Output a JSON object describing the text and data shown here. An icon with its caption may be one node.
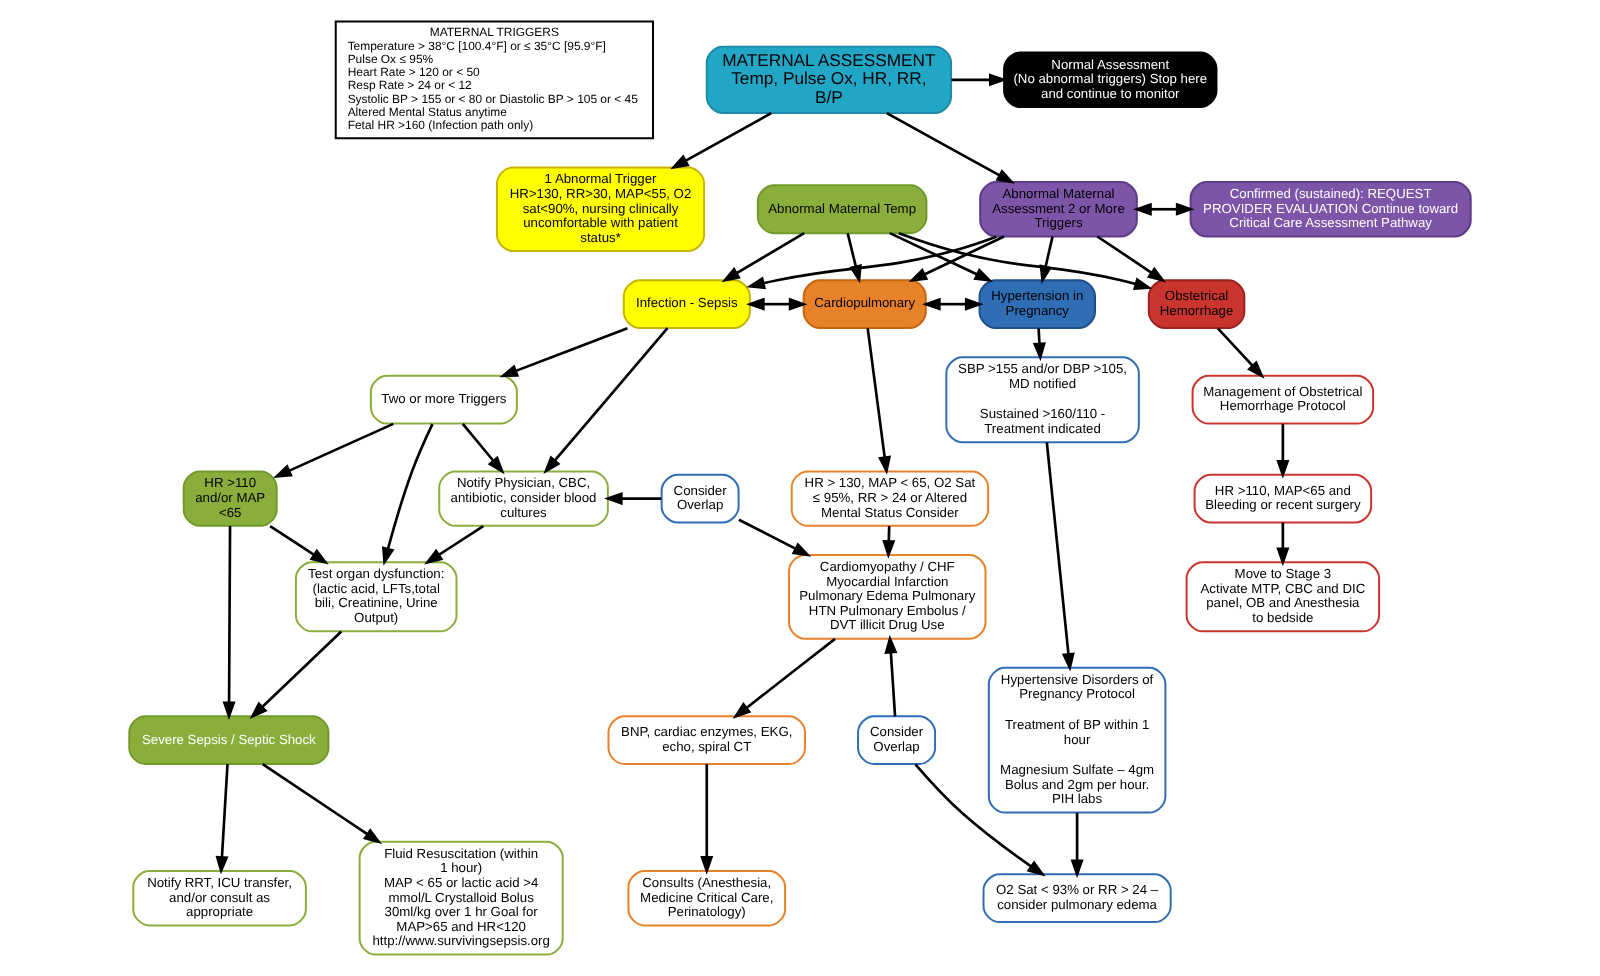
{
  "diagram": {
    "nodes": [
      {
        "text": [
          "MATERNAL TRIGGERS",
          "Temperature > 38°C [100.4°F] or ≤ 35°C [95.9°F]",
          "Pulse Ox ≤ 95%",
          "Heart Rate > 120 or < 50",
          "Resp Rate > 24 or < 12",
          "Systolic BP > 155 or < 80 or Diastolic BP > 105 or < 45",
          "Altered Mental Status anytime",
          "Fetal HR >160 (Infection path only)"
        ]
      },
      {
        "text": [
          "MATERNAL ASSESSMENT",
          "Temp, Pulse Ox, HR, RR, B/P"
        ]
      },
      {
        "text": [
          "Normal Assessment",
          "(No abnormal triggers) Stop here and continue to monitor"
        ]
      },
      {
        "text": [
          "1 Abnormal Trigger",
          "HR>130, RR>30, MAP<55, O2 sat<90%, nursing clinically uncomfortable with patient status*"
        ]
      },
      {
        "text": [
          "Abnormal Maternal Temp"
        ]
      },
      {
        "text": [
          "Abnormal Maternal Assessment 2 or More Triggers"
        ]
      },
      {
        "text": [
          "Confirmed (sustained): REQUEST PROVIDER EVALUATION Continue toward Critical Care Assessment Pathway"
        ]
      },
      {
        "text": [
          "Infection - Sepsis"
        ]
      },
      {
        "text": [
          "Cardiopulmonary"
        ]
      },
      {
        "text": [
          "Hypertension in Pregnancy"
        ]
      },
      {
        "text": [
          "Obstetrical Hemorrhage"
        ]
      },
      {
        "text": [
          "Two or more Triggers"
        ]
      },
      {
        "text": [
          "Notify Physician, CBC, antibiotic, consider blood cultures"
        ]
      },
      {
        "text": [
          "HR >110 and/or MAP <65"
        ]
      },
      {
        "text": [
          "Test organ dysfunction: (lactic acid, LFTs,total bili, Creatinine, Urine Output)"
        ]
      },
      {
        "text": [
          "Severe Sepsis / Septic Shock"
        ]
      },
      {
        "text": [
          "Notify RRT, ICU transfer, and/or consult as appropriate"
        ]
      },
      {
        "text": [
          "Fluid Resuscitation (within 1 hour)",
          "MAP < 65 or lactic acid >4 mmol/L Crystalloid Bolus 30ml/kg over 1 hr Goal for MAP>65 and HR<120",
          "http://www.survivingsepsis.org"
        ]
      },
      {
        "text": [
          "Consider Overlap"
        ]
      },
      {
        "text": [
          "HR > 130, MAP < 65, O2 Sat ≤ 95%, RR > 24 or Altered Mental Status Consider"
        ]
      },
      {
        "text": [
          "Cardiomyopathy / CHF Myocardial Infarction Pulmonary Edema Pulmonary HTN Pulmonary Embolus / DVT illicit Drug Use"
        ]
      },
      {
        "text": [
          "BNP, cardiac enzymes, EKG, echo, spiral CT"
        ]
      },
      {
        "text": [
          "Consults (Anesthesia, Medicine Critical Care, Perinatology)"
        ]
      },
      {
        "text": [
          "Consider Overlap"
        ]
      },
      {
        "text": [
          "SBP >155 and/or DBP >105, MD notified",
          "Sustained >160/110 - Treatment indicated"
        ]
      },
      {
        "text": [
          "Hypertensive Disorders of Pregnancy Protocol",
          "Treatment of BP within 1 hour",
          "Magnesium Sulfate – 4gm Bolus and 2gm per hour. PIH labs"
        ]
      },
      {
        "text": [
          "O2 Sat < 93% or RR > 24 – consider pulmonary edema"
        ]
      },
      {
        "text": [
          "Management of Obstetrical Hemorrhage Protocol"
        ]
      },
      {
        "text": [
          "HR >110, MAP<65 and Bleeding or recent surgery"
        ]
      },
      {
        "text": [
          "Move to Stage 3",
          "Activate MTP, CBC and DIC panel, OB and Anesthesia to bedside"
        ]
      }
    ],
    "edges": [
      {
        "from": 1,
        "to": 2,
        "arrow": "to"
      },
      {
        "from": 1,
        "to": 3,
        "arrow": "to"
      },
      {
        "from": 1,
        "to": 5,
        "arrow": "to"
      },
      {
        "from": 5,
        "to": 6,
        "arrow": "both"
      },
      {
        "from": 4,
        "to": 7,
        "arrow": "to"
      },
      {
        "from": 4,
        "to": 8,
        "arrow": "to"
      },
      {
        "from": 4,
        "to": 9,
        "arrow": "to"
      },
      {
        "from": 4,
        "to": 10,
        "arrow": "to"
      },
      {
        "from": 5,
        "to": 7,
        "arrow": "to"
      },
      {
        "from": 5,
        "to": 8,
        "arrow": "to"
      },
      {
        "from": 5,
        "to": 9,
        "arrow": "to"
      },
      {
        "from": 5,
        "to": 10,
        "arrow": "to"
      },
      {
        "from": 7,
        "to": 8,
        "arrow": "both"
      },
      {
        "from": 8,
        "to": 9,
        "arrow": "both"
      },
      {
        "from": 7,
        "to": 11,
        "arrow": "to"
      },
      {
        "from": 7,
        "to": 12,
        "arrow": "to"
      },
      {
        "from": 11,
        "to": 12,
        "arrow": "to"
      },
      {
        "from": 11,
        "to": 14,
        "arrow": "to"
      },
      {
        "from": 11,
        "to": 13,
        "arrow": "to"
      },
      {
        "from": 12,
        "to": 14,
        "arrow": "to"
      },
      {
        "from": 13,
        "to": 14,
        "arrow": "to"
      },
      {
        "from": 13,
        "to": 15,
        "arrow": "to"
      },
      {
        "from": 14,
        "to": 15,
        "arrow": "to"
      },
      {
        "from": 15,
        "to": 16,
        "arrow": "to"
      },
      {
        "from": 15,
        "to": 17,
        "arrow": "to"
      },
      {
        "from": 18,
        "to": 12,
        "arrow": "to"
      },
      {
        "from": 18,
        "to": 20,
        "arrow": "to"
      },
      {
        "from": 8,
        "to": 19,
        "arrow": "to"
      },
      {
        "from": 19,
        "to": 20,
        "arrow": "to"
      },
      {
        "from": 20,
        "to": 21,
        "arrow": "to"
      },
      {
        "from": 21,
        "to": 22,
        "arrow": "to"
      },
      {
        "from": 23,
        "to": 20,
        "arrow": "to"
      },
      {
        "from": 23,
        "to": 26,
        "arrow": "to"
      },
      {
        "from": 9,
        "to": 24,
        "arrow": "to"
      },
      {
        "from": 24,
        "to": 25,
        "arrow": "to"
      },
      {
        "from": 25,
        "to": 26,
        "arrow": "to"
      },
      {
        "from": 10,
        "to": 27,
        "arrow": "to"
      },
      {
        "from": 27,
        "to": 28,
        "arrow": "to"
      },
      {
        "from": 28,
        "to": 29,
        "arrow": "to"
      }
    ]
  }
}
